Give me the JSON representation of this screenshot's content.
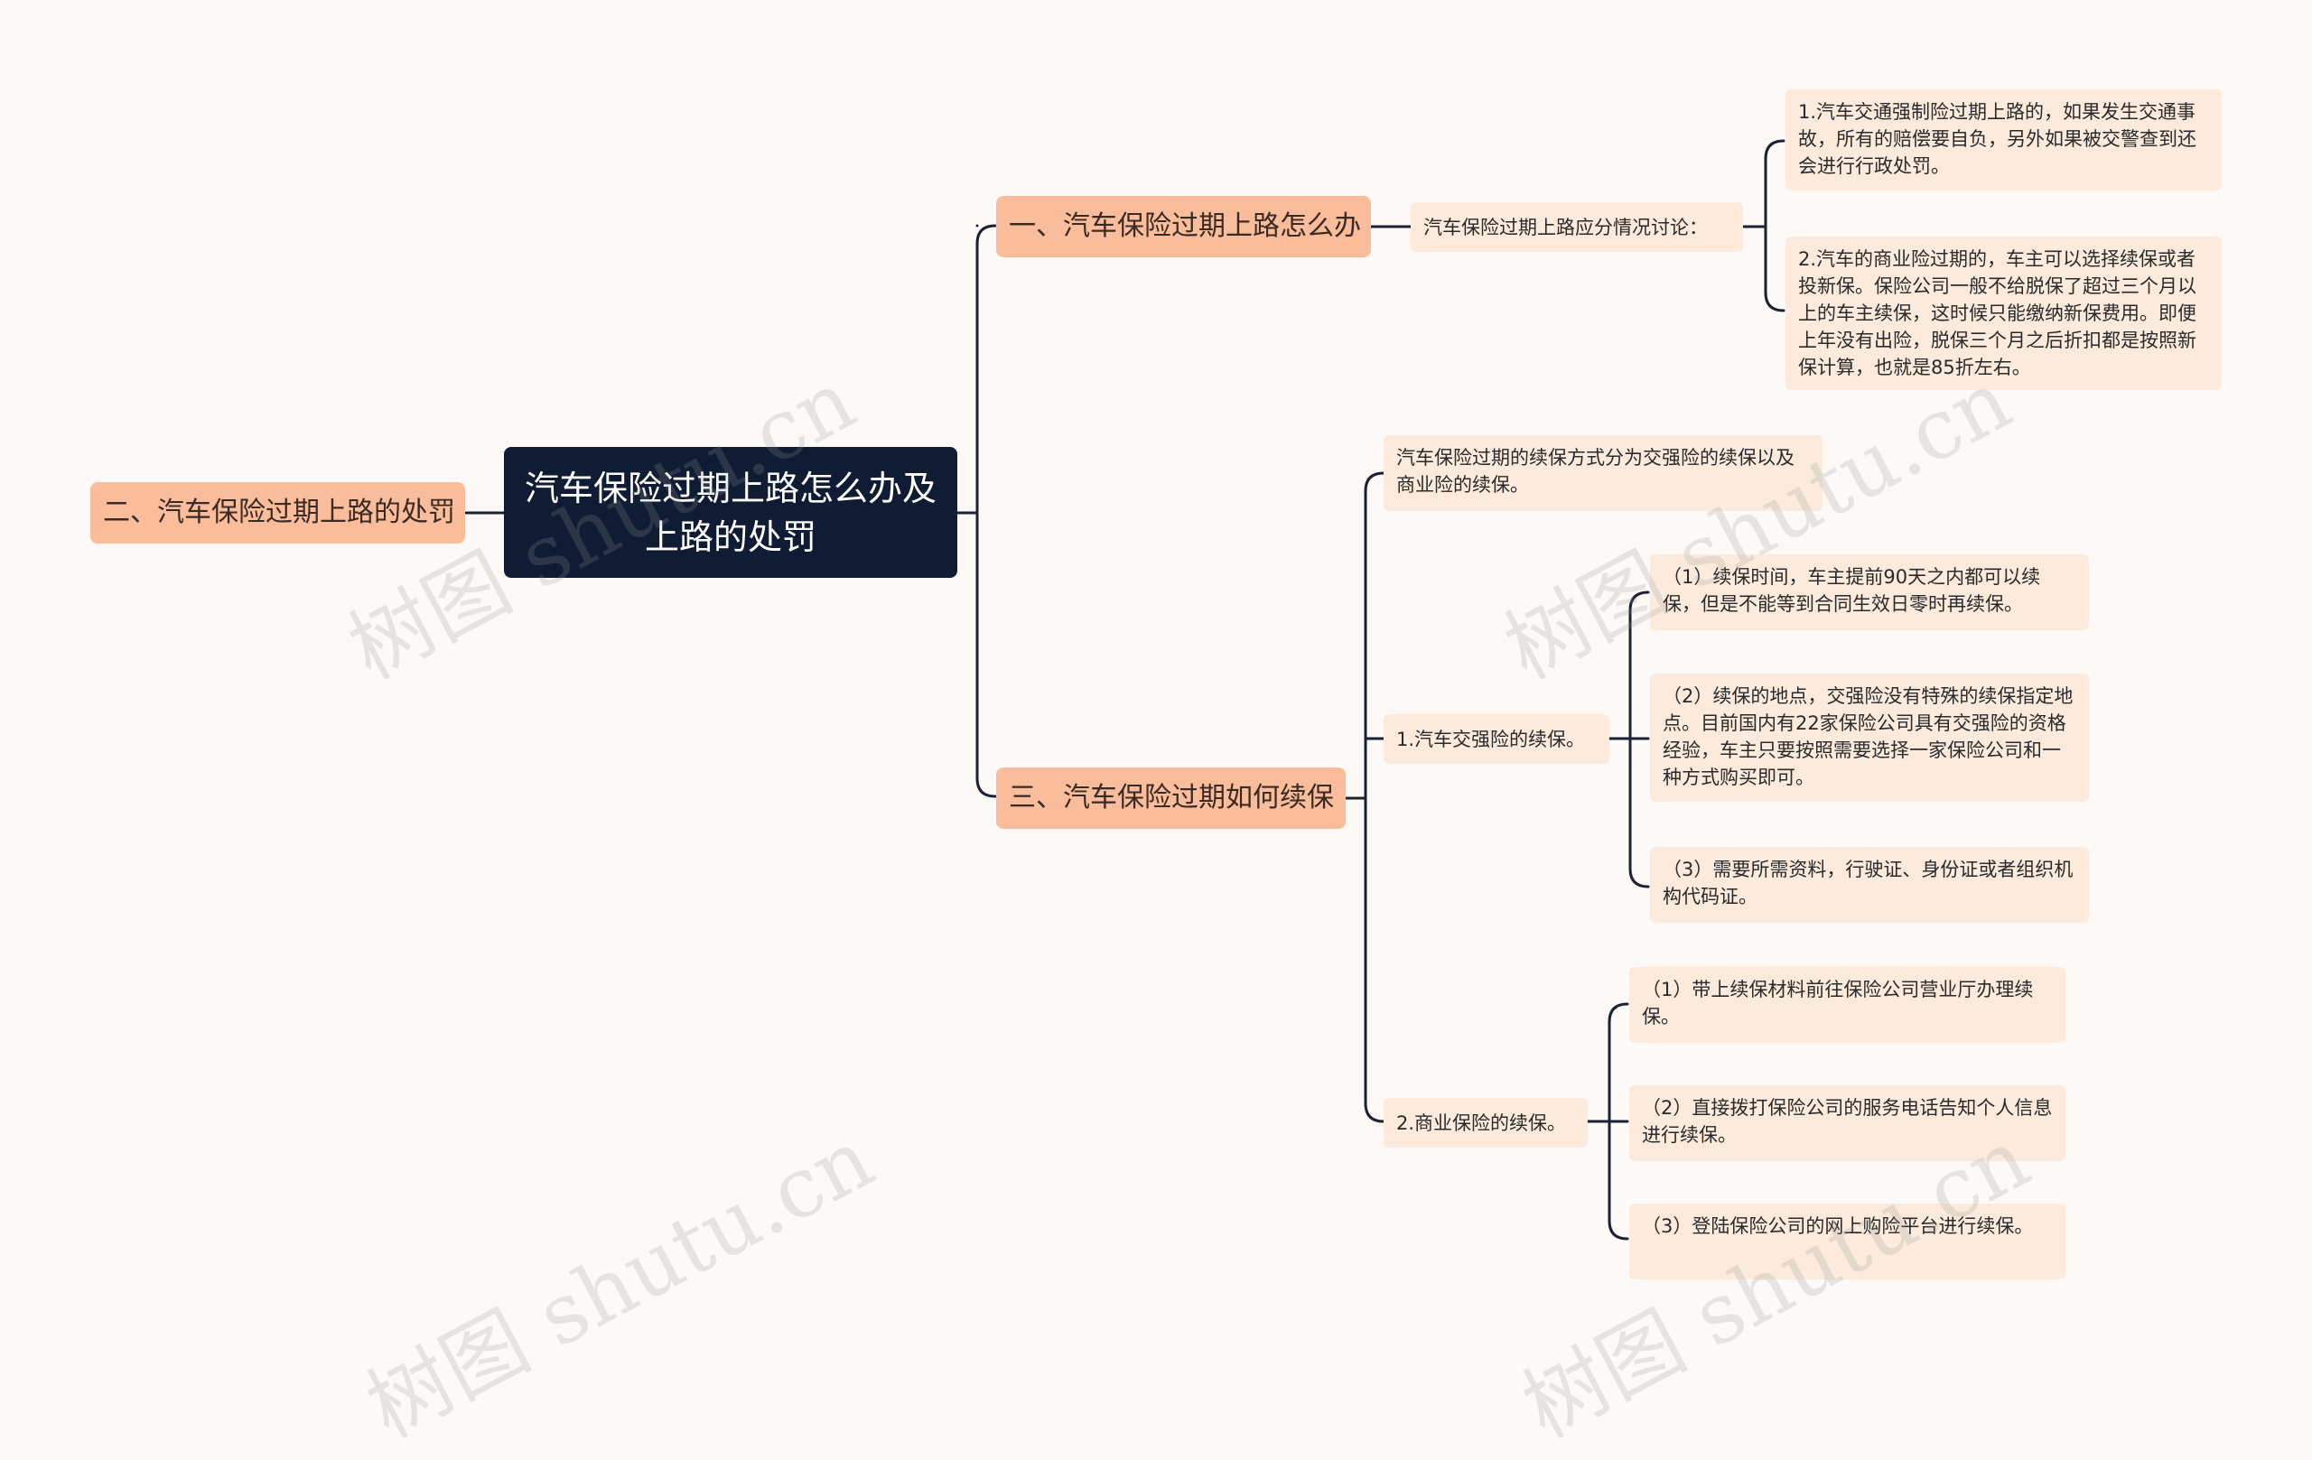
{
  "root": {
    "label": "汽车保险过期上路怎么办及上路的处罚"
  },
  "branches": {
    "left": "二、汽车保险过期上路的处罚",
    "one": "一、汽车保险过期上路怎么办",
    "three": "三、汽车保险过期如何续保"
  },
  "one": {
    "sub": "汽车保险过期上路应分情况讨论：",
    "items": [
      "1.汽车交通强制险过期上路的，如果发生交通事故，所有的赔偿要自负，另外如果被交警查到还会进行行政处罚。",
      "2.汽车的商业险过期的，车主可以选择续保或者投新保。保险公司一般不给脱保了超过三个月以上的车主续保，这时候只能缴纳新保费用。即便上年没有出险，脱保三个月之后折扣都是按照新保计算，也就是85折左右。"
    ]
  },
  "three": {
    "intro": "汽车保险过期的续保方式分为交强险的续保以及商业险的续保。",
    "jqx": {
      "label": "1.汽车交强险的续保。",
      "items": [
        "（1）续保时间，车主提前90天之内都可以续保，但是不能等到合同生效日零时再续保。",
        "（2）续保的地点，交强险没有特殊的续保指定地点。目前国内有22家保险公司具有交强险的资格经验，车主只要按照需要选择一家保险公司和一种方式购买即可。",
        "（3）需要所需资料，行驶证、身份证或者组织机构代码证。"
      ]
    },
    "syx": {
      "label": "2.商业保险的续保。",
      "items": [
        "（1）带上续保材料前往保险公司营业厅办理续保。",
        "（2）直接拨打保险公司的服务电话告知个人信息进行续保。",
        "（3）登陆保险公司的网上购险平台进行续保。"
      ]
    }
  },
  "watermark": {
    "text": "树图 shutu.cn"
  },
  "colors": {
    "background": "#fdf9f7",
    "root": "#0f1c33",
    "branch": "#f9bd9b",
    "leaf": "#fcebdc",
    "line": "#1c2233"
  }
}
